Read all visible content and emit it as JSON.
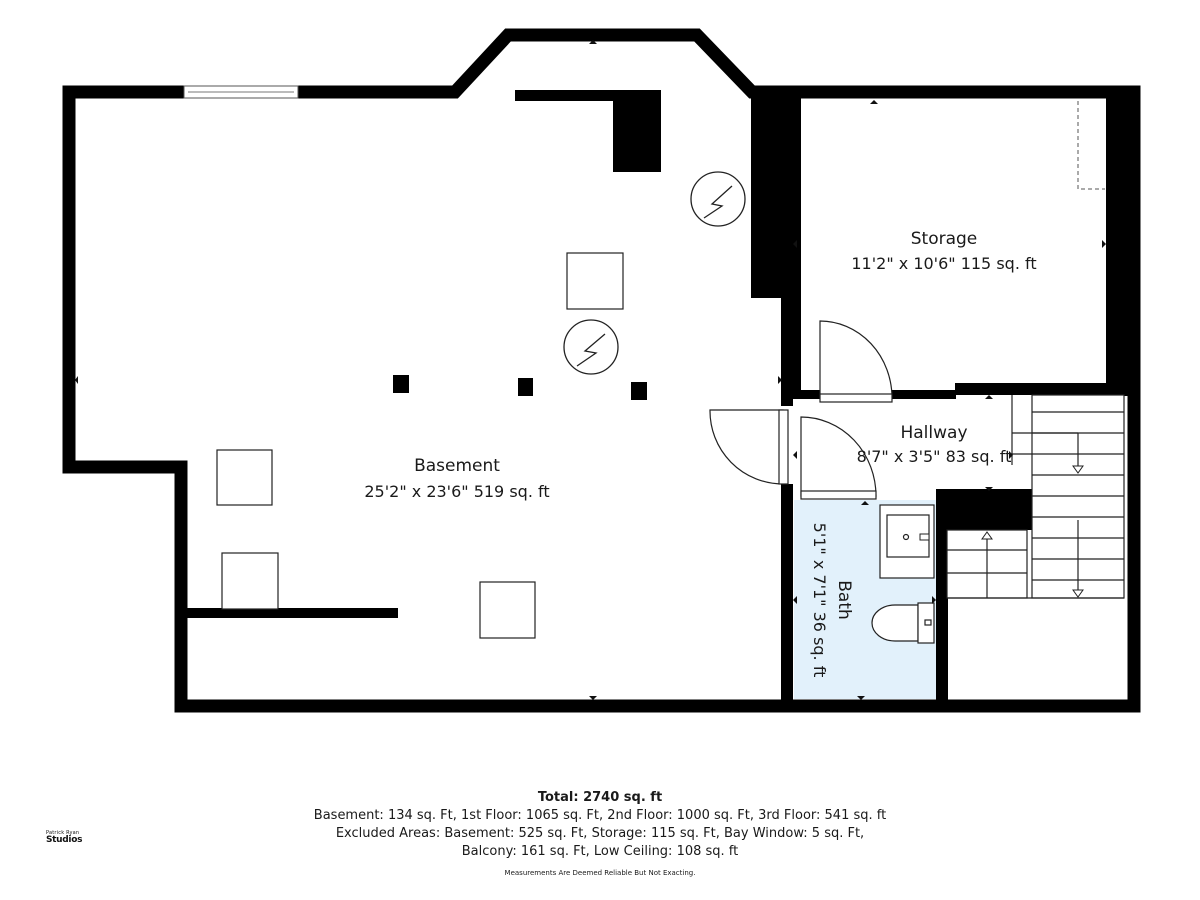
{
  "rooms": {
    "basement": {
      "name": "Basement",
      "dims": "25'2\" x 23'6\" 519 sq. ft"
    },
    "storage": {
      "name": "Storage",
      "dims": "11'2\" x 10'6\" 115 sq. ft"
    },
    "hallway": {
      "name": "Hallway",
      "dims": "8'7\" x 3'5\" 83 sq. ft"
    },
    "bath": {
      "name": "Bath",
      "dims": "5'1\" x 7'1\" 36 sq. ft"
    }
  },
  "footer": {
    "total": "Total: 2740 sq. ft",
    "line1": "Basement: 134 sq. Ft, 1st Floor: 1065 sq. Ft, 2nd Floor: 1000 sq. Ft, 3rd Floor: 541 sq. ft",
    "line2": "Excluded Areas: Basement: 525 sq. Ft, Storage: 115 sq. Ft, Bay Window: 5 sq. Ft,",
    "line3": "Balcony: 161 sq. Ft, Low Ceiling: 108 sq. ft",
    "disclaimer": "Measurements Are Deemed Reliable But Not Exacting."
  },
  "logo": {
    "top": "Patrick Ryan",
    "bottom": "Studios"
  },
  "colors": {
    "wall": "#000000",
    "bath_fill": "#e2f1fb",
    "background": "#ffffff"
  }
}
